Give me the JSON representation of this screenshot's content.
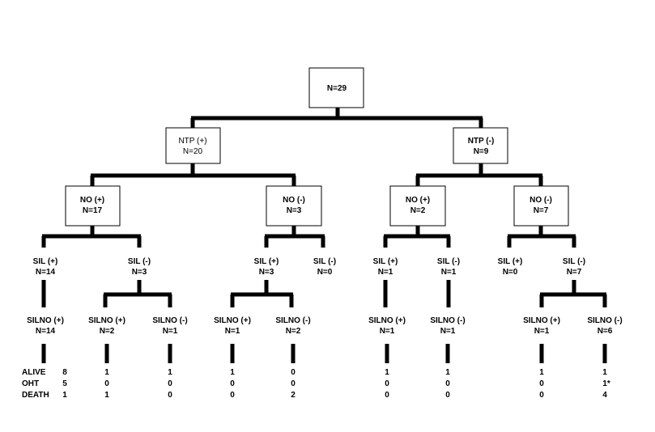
{
  "diagram": {
    "root": {
      "line1": "N=29"
    },
    "level1": [
      {
        "line1": "NTP (+)",
        "line2": "N=20"
      },
      {
        "line1": "NTP (-)",
        "line2": "N=9"
      }
    ],
    "level2": [
      {
        "line1": "NO (+)",
        "line2": "N=17"
      },
      {
        "line1": "NO (-)",
        "line2": "N=3"
      },
      {
        "line1": "NO (+)",
        "line2": "N=2"
      },
      {
        "line1": "NO (-)",
        "line2": "N=7"
      }
    ],
    "level3": [
      {
        "line1": "SIL (+)",
        "line2": "N=14"
      },
      {
        "line1": "SIL (-)",
        "line2": "N=3"
      },
      {
        "line1": "SIL (+)",
        "line2": "N=3"
      },
      {
        "line1": "SIL (-)",
        "line2": "N=0"
      },
      {
        "line1": "SIL (+)",
        "line2": "N=1"
      },
      {
        "line1": "SIL (-)",
        "line2": "N=1"
      },
      {
        "line1": "SIL (+)",
        "line2": "N=0"
      },
      {
        "line1": "SIL (-)",
        "line2": "N=7"
      }
    ],
    "level4": [
      {
        "line1": "SILNO (+)",
        "line2": "N=14"
      },
      {
        "line1": "SILNO (+)",
        "line2": "N=2"
      },
      {
        "line1": "SILNO (-)",
        "line2": "N=1"
      },
      {
        "line1": "SILNO (+)",
        "line2": "N=1"
      },
      {
        "line1": "SILNO (-)",
        "line2": "N=2"
      },
      {
        "line1": "SILNO (+)",
        "line2": "N=1"
      },
      {
        "line1": "SILNO (-)",
        "line2": "N=1"
      },
      {
        "line1": "SILNO (+)",
        "line2": "N=1"
      },
      {
        "line1": "SILNO (-)",
        "line2": "N=6"
      }
    ],
    "outcomes": {
      "row_labels": [
        "ALIVE",
        "OHT",
        "DEATH"
      ],
      "columns": [
        [
          "8",
          "5",
          "1"
        ],
        [
          "1",
          "0",
          "1"
        ],
        [
          "1",
          "0",
          "0"
        ],
        [
          "1",
          "0",
          "0"
        ],
        [
          "0",
          "0",
          "2"
        ],
        [
          "1",
          "0",
          "0"
        ],
        [
          "1",
          "0",
          "0"
        ],
        [
          "1",
          "0",
          "0"
        ],
        [
          "1",
          "1*",
          "4"
        ]
      ]
    }
  }
}
